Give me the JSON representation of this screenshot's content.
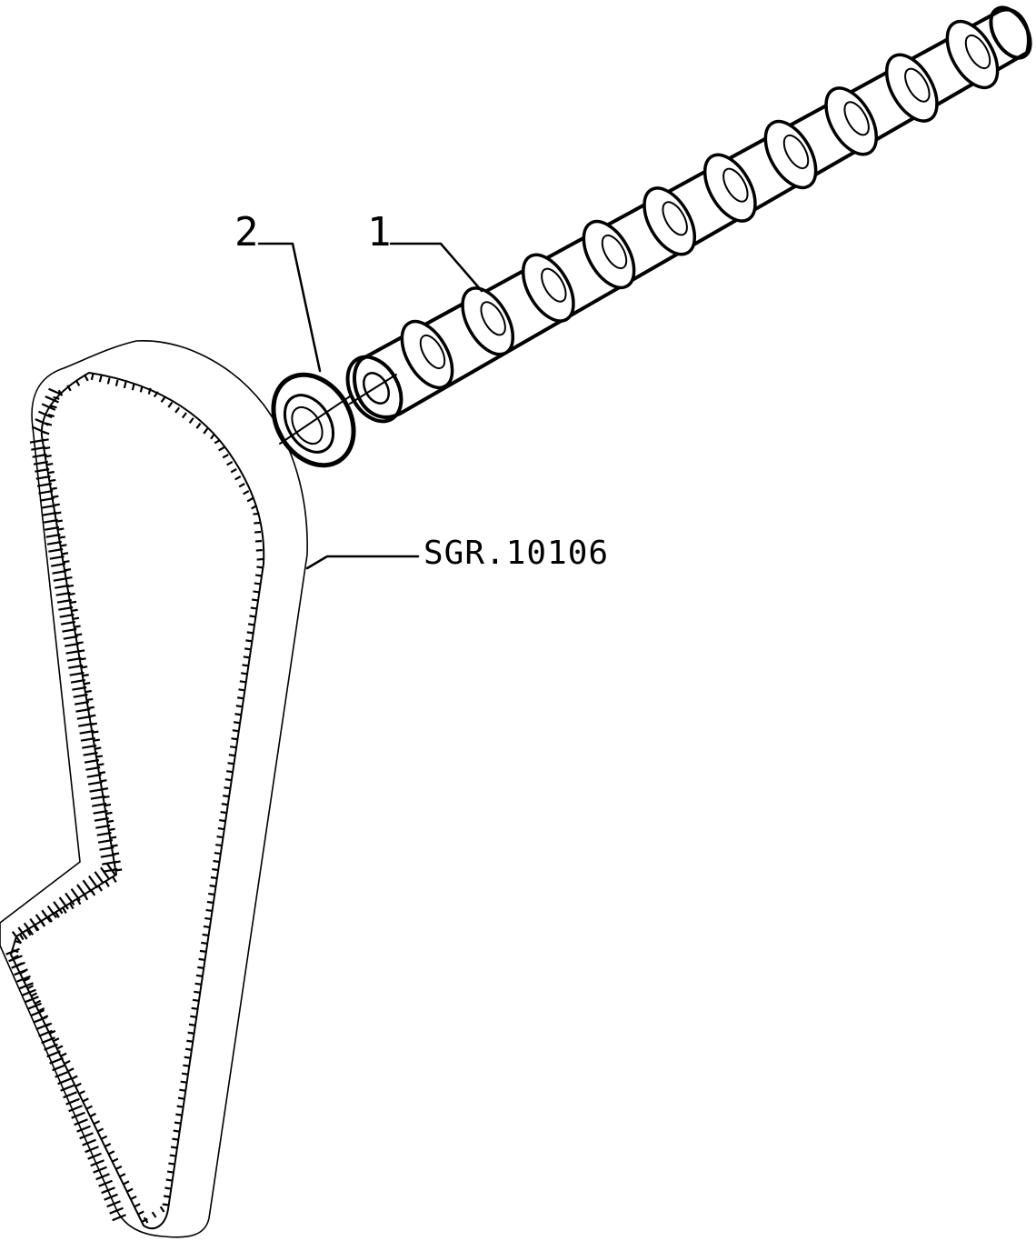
{
  "callouts": {
    "part_1": "1",
    "part_2": "2",
    "reference_code": "SGR.10106"
  },
  "colors": {
    "ink": "#000000",
    "paper": "#ffffff"
  }
}
